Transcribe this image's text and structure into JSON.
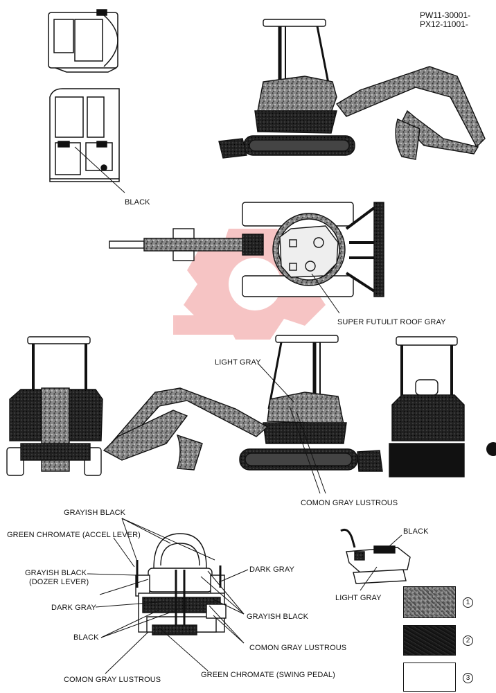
{
  "serial": {
    "line1": "PW11-30001-",
    "line2": "PX12-11001-"
  },
  "labels": {
    "cab_black": "BLACK",
    "roof_gray": "SUPER FUTULIT ROOF GRAY",
    "light_gray_top": "LIGHT GRAY",
    "comon_gray_lustrous_mid": "COMON GRAY LUSTROUS",
    "grayish_black_top": "GRAYISH BLACK",
    "green_chromate_accel": "GREEN CHROMATE  (ACCEL LEVER)",
    "grayish_black_dozer_1": "GRAYISH BLACK",
    "grayish_black_dozer_2": "(DOZER LEVER)",
    "dark_gray_left": "DARK GRAY",
    "black_left": "BLACK",
    "comon_gray_lustrous_bottom": "COMON GRAY LUSTROUS",
    "green_chromate_swing": "GREEN CHROMATE  (SWING PEDAL)",
    "dark_gray_right": "DARK GRAY",
    "grayish_black_right": "GRAYISH BLACK",
    "comon_gray_lustrous_right": "COMON GRAY LUSTROUS",
    "lever_black": "BLACK",
    "lever_light_gray": "LIGHT GRAY"
  },
  "legend": [
    {
      "number": "1",
      "pattern": "speckled-gray"
    },
    {
      "number": "2",
      "pattern": "solid-black"
    },
    {
      "number": "3",
      "pattern": "white"
    }
  ],
  "watermark": {
    "color": "#e8585a"
  },
  "colors": {
    "ink": "#111111",
    "background": "#ffffff"
  }
}
